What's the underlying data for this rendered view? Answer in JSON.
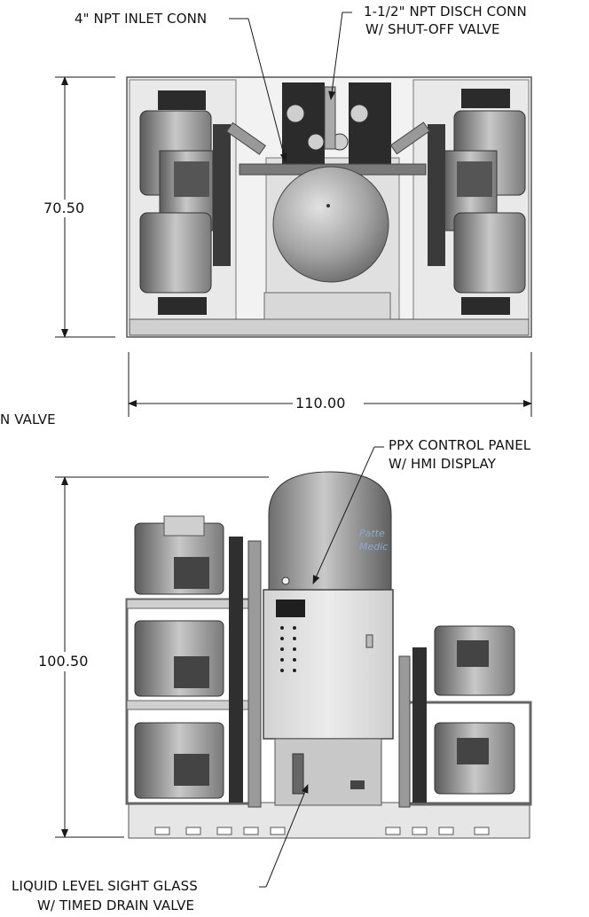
{
  "callouts": {
    "inlet": "4\" NPT INLET CONN",
    "discharge_line1": "1-1/2\" NPT DISCH CONN",
    "discharge_line2": "W/ SHUT-OFF VALVE",
    "drain_fragment": "N VALVE",
    "control_panel_line1": "PPX CONTROL PANEL",
    "control_panel_line2": "W/ HMI DISPLAY",
    "sight_glass_line1": "LIQUID LEVEL SIGHT GLASS",
    "sight_glass_line2": "W/ TIMED DRAIN VALVE"
  },
  "dimensions": {
    "top_height": "70.50",
    "top_width": "110.00",
    "front_height": "100.50"
  },
  "tank_logo": {
    "line1": "Patte",
    "line2": "Medic"
  },
  "colors": {
    "line": "#1a1a1a",
    "frame": "#d9d9d9",
    "tank": "#9a9a9a",
    "panel": "#e4e4e4",
    "dark": "#2b2b2b",
    "logo": "#8fa8c8"
  }
}
